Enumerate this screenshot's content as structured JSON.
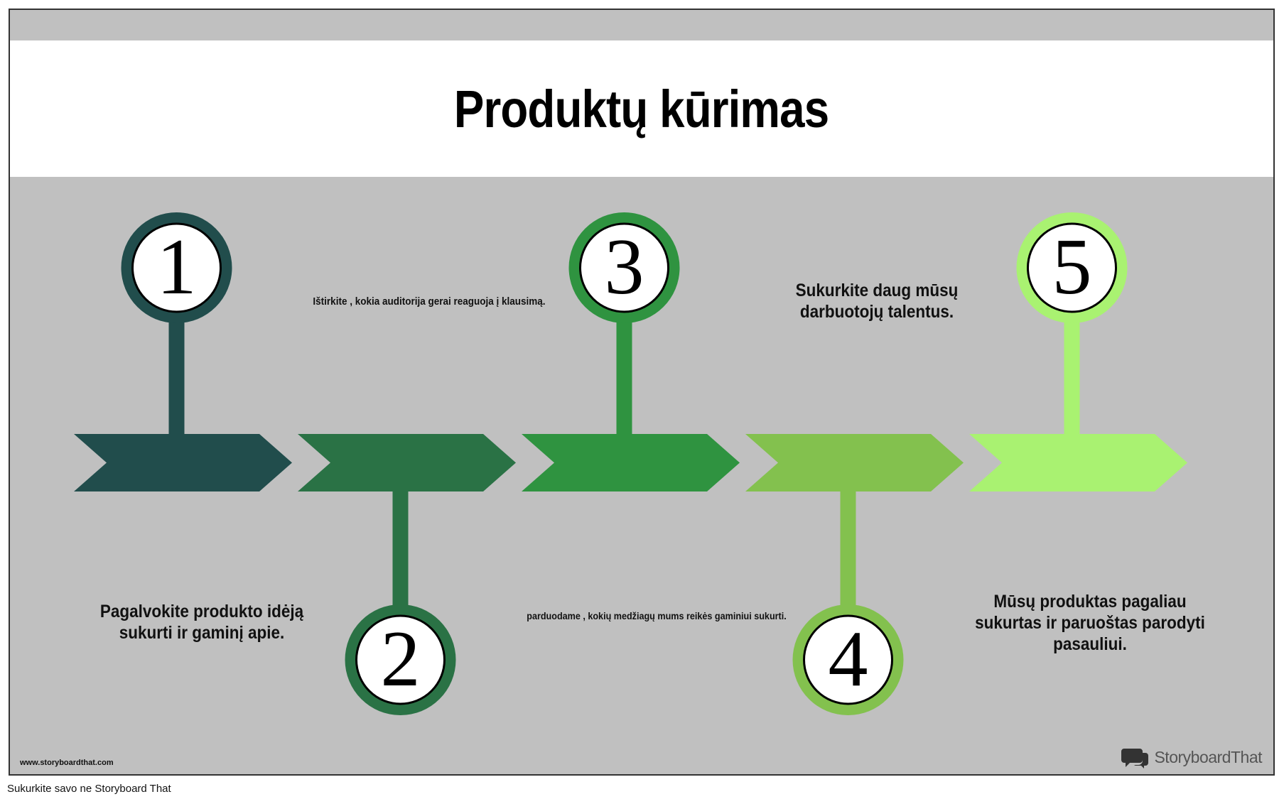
{
  "title": "Produktų kūrimas",
  "steps": [
    {
      "number": "1",
      "text": "Pagalvokite produkto idėją sukurti ir gaminį apie.",
      "color": "#214d4c",
      "position": "top"
    },
    {
      "number": "2",
      "text": "Ištirkite , kokia auditorija gerai reaguoja į klausimą.",
      "color": "#2a7245",
      "position": "bottom"
    },
    {
      "number": "3",
      "text": "parduodame , kokių medžiagų mums reikės gaminiui sukurti.",
      "color": "#2f9340",
      "position": "top"
    },
    {
      "number": "4",
      "text": "Sukurkite daug mūsų darbuotojų talentus.",
      "color": "#83c14e",
      "position": "bottom"
    },
    {
      "number": "5",
      "text": "Mūsų produktas pagaliau sukurtas ir paruoštas parodyti pasauliui.",
      "color": "#a9f271",
      "position": "top"
    }
  ],
  "footer": {
    "url": "www.storyboardthat.com",
    "brand": "StoryboardThat",
    "caption": "Sukurkite savo ne Storyboard That"
  },
  "colors": {
    "background": "#c0c0c0",
    "title_band": "#ffffff",
    "brand_icon": "#333333"
  }
}
